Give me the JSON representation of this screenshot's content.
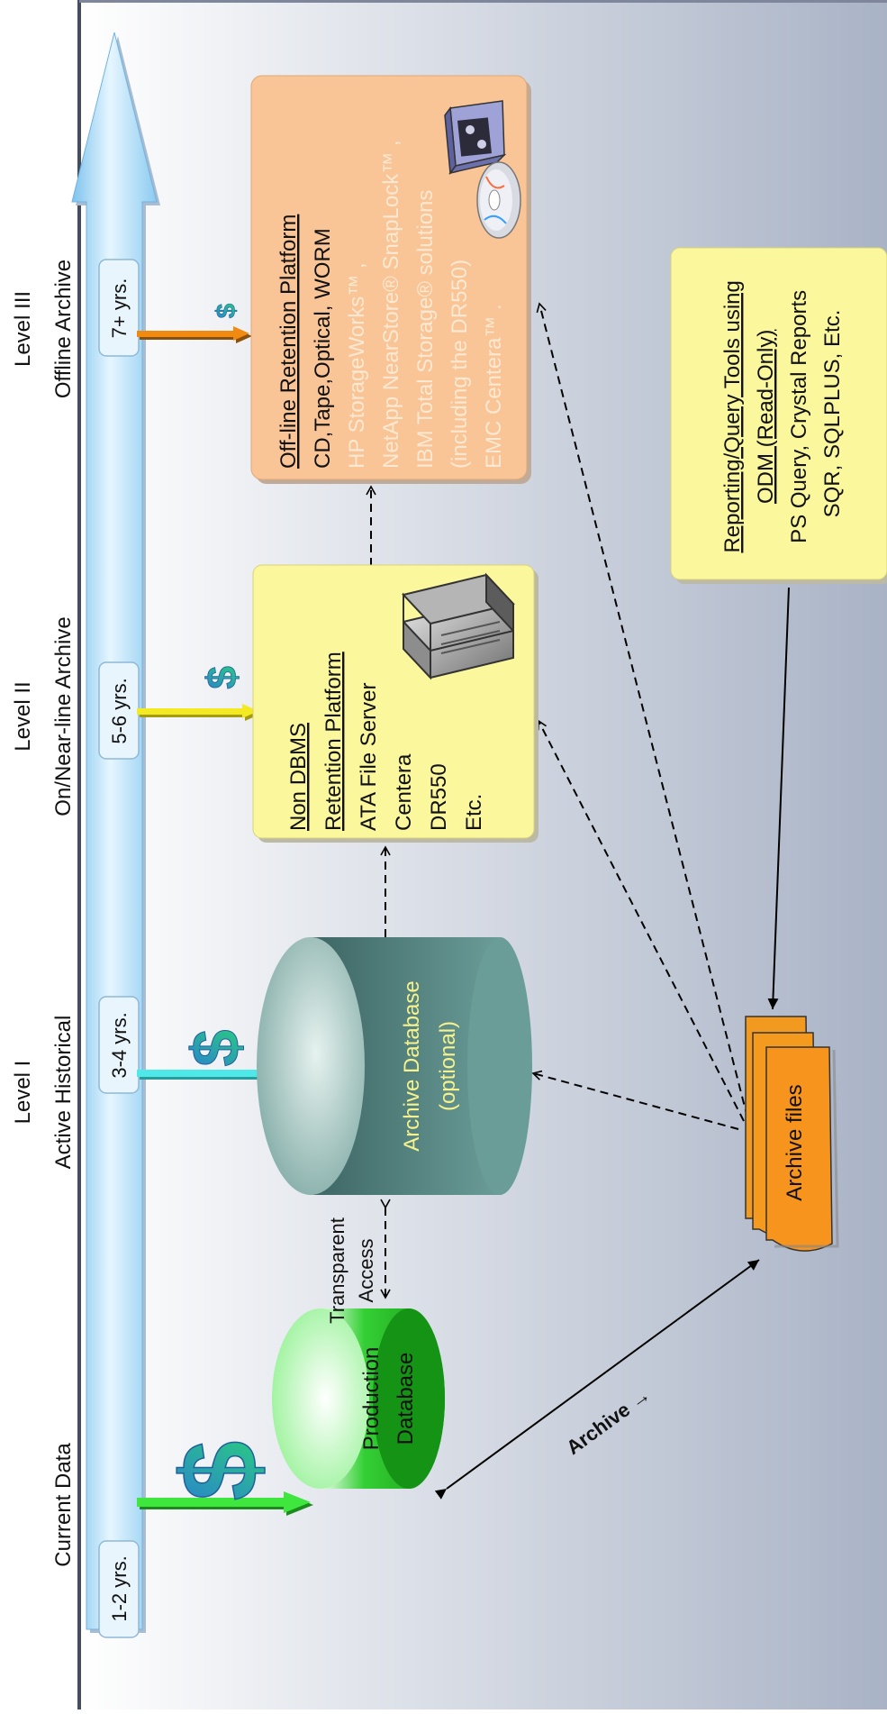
{
  "levels": [
    {
      "heading": [
        "Current Data"
      ],
      "duration": "1-2 yrs."
    },
    {
      "heading": [
        "Level I",
        "Active Historical"
      ],
      "duration": "3-4 yrs."
    },
    {
      "heading": [
        "Level II",
        "On/Near-line Archive"
      ],
      "duration": "5-6 yrs."
    },
    {
      "heading": [
        "Level III",
        "Offline Archive"
      ],
      "duration": "7+ yrs."
    }
  ],
  "cost_symbol": "$",
  "production_db": {
    "lines": [
      "Production",
      "Database"
    ]
  },
  "archive_db": {
    "lines": [
      "Archive Database",
      "(optional)"
    ]
  },
  "transparent_access": {
    "lines": [
      "Transparent",
      "Access"
    ]
  },
  "archive_label": "Archive →",
  "archive_files": "Archive files",
  "level2_box": {
    "title_lines": [
      "Non DBMS",
      "Retention Platform"
    ],
    "items": [
      "ATA File Server",
      "Centera",
      "DR550",
      "Etc."
    ]
  },
  "level3_box": {
    "title": "Off-line Retention Platform",
    "subtitle": "CD,Tape,Optical, WORM",
    "vendors": [
      "HP StorageWorks™ ,",
      "NetApp NearStore® SnapLock™ ,",
      "IBM Total Storage® solutions",
      "(including the DR550)",
      "EMC Centera™ ."
    ]
  },
  "reporting_box": {
    "title_lines": [
      "Reporting/Query Tools using",
      "ODM (Read-Only)"
    ],
    "lines": [
      "PS Query, Crystal Reports",
      "SQR, SQLPLUS, Etc."
    ]
  },
  "colors": {
    "production": "#22b522",
    "archive_db": "#4d7a78",
    "level2_fill": "#fbf79d",
    "level3_fill": "#f9c596",
    "reporting_fill": "#fbf79d",
    "archive_files": "#f7941d",
    "timeline": "#9fd4f2",
    "arrow_current": "#3ee63e",
    "arrow_level1": "#4ee8e8",
    "arrow_level2": "#f4ea24",
    "arrow_level3": "#f08a10"
  }
}
